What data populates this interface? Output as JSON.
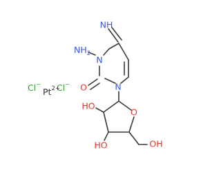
{
  "colors": {
    "bond": "#3a3a3a",
    "nitrogen": "#3d58d8",
    "oxygen": "#e8362b",
    "carbon_label": "#333333"
  },
  "labels": {
    "imine": "NH",
    "amine_n": "N",
    "amine_h2": "H",
    "amine_sub": "2",
    "n3": "N",
    "n1": "N",
    "carbonyl_o": "O",
    "ring_o": "O",
    "oh_c2": "HO",
    "oh_c3": "HO",
    "oh_c5": "OH",
    "chloride_1": "Cl",
    "chloride_1_charge": "−",
    "chloride_2": "Cl",
    "chloride_2_charge": "−",
    "platinum": "Pt",
    "platinum_charge": "2+"
  }
}
